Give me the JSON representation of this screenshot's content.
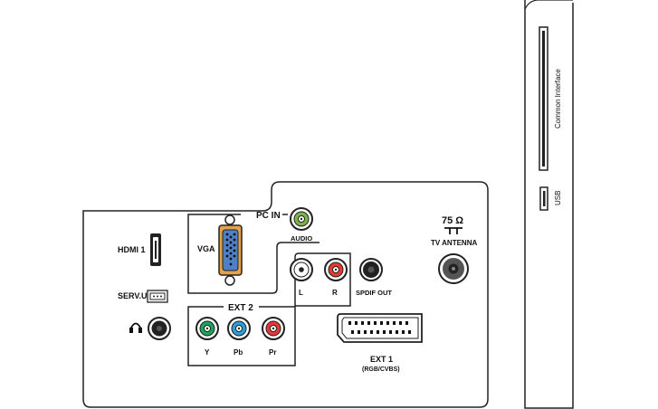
{
  "back_panel": {
    "hdmi1": "HDMI 1",
    "vga": "VGA",
    "pc_in": "PC IN",
    "audio": "AUDIO",
    "ext2": "EXT 2",
    "serv_u": "SERV.U",
    "y": "Y",
    "pb": "Pb",
    "pr": "Pr",
    "l": "L",
    "r": "R",
    "spdif_out": "SPDIF OUT",
    "ohm": "75 Ω",
    "tv_antenna": "TV ANTENNA",
    "ext1": "EXT 1",
    "ext1_sub": "(RGB/CVBS)"
  },
  "side_panel": {
    "common_interface": "Common Interface",
    "usb": "USB"
  },
  "colors": {
    "outline": "#222222",
    "audio_green": "#7bb24a",
    "component_y": "#1ea35a",
    "component_pb": "#2d9fd8",
    "component_pr": "#e53935",
    "audio_red": "#e53935",
    "vga_orange": "#e6a14a",
    "vga_blue": "#4f7fc4"
  }
}
